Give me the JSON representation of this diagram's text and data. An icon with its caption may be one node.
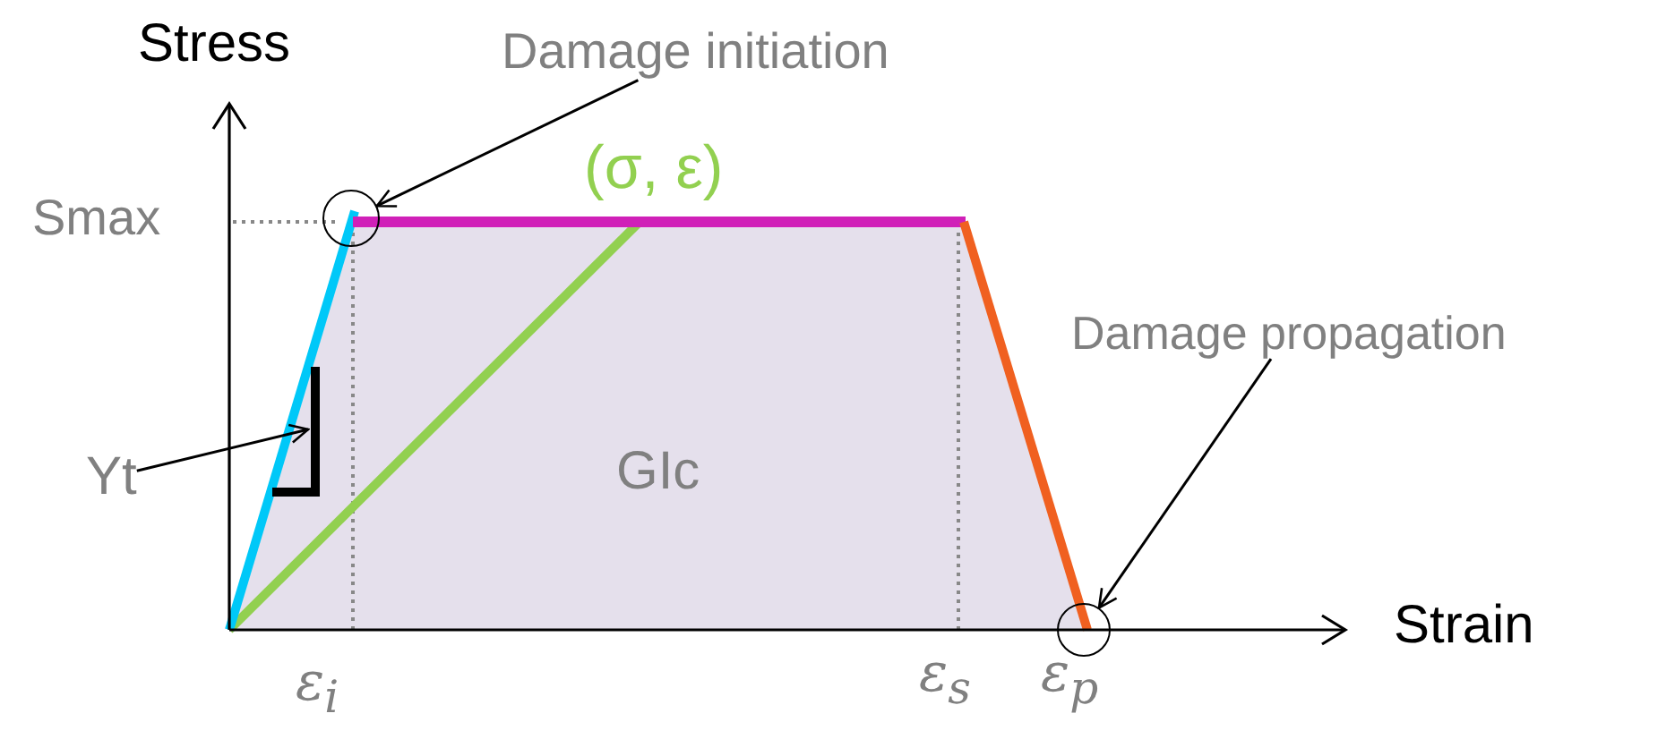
{
  "diagram": {
    "nodes": [
      {
        "text": [
          "Damage initiation"
        ]
      },
      {
        "text": [],
        "shape": "circle"
      },
      {
        "text": [
          "Yt"
        ]
      },
      {
        "text": [
          "Damage propagation"
        ]
      },
      {
        "text": [],
        "shape": "circle"
      }
    ],
    "edges": [
      {
        "from": 0,
        "to": 1,
        "arrow": "to"
      },
      {
        "from": 2,
        "to": null,
        "arrow": "to"
      },
      {
        "from": 3,
        "to": 4,
        "arrow": "to"
      }
    ],
    "labels": [
      "Stress",
      "(σ, ε)",
      "Smax",
      "GIc",
      "Strain",
      "ε$_{i}$",
      "ε$_{s}$",
      "ε$_{p}$"
    ]
  }
}
